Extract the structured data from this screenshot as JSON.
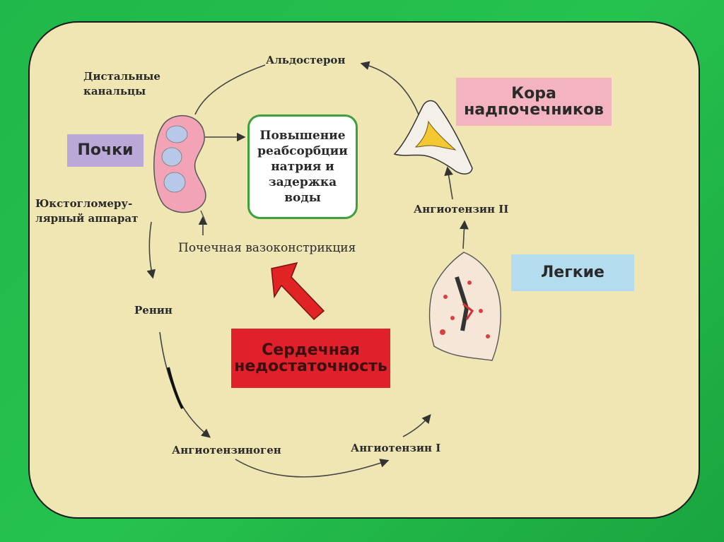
{
  "labels": {
    "aldosterone": "Альдостерон",
    "distal_1": "Дистальные",
    "distal_2": "канальцы",
    "kidneys": "Почки",
    "jga_1": "Юкстогломеру-",
    "jga_2": "лярный аппарат",
    "renal_vasoconstriction": "Почечная вазоконстрикция",
    "renin": "Ренин",
    "angiotensinogen": "Ангиотензиноген",
    "angiotensin_1": "Ангиотензин I",
    "angiotensin_2": "Ангиотензин II",
    "lungs": "Легкие",
    "adrenal_cortex_1": "Кора",
    "adrenal_cortex_2": "надпочечников",
    "heart_failure_1": "Сердечная",
    "heart_failure_2": "недостаточность",
    "effect_1": "Повышение",
    "effect_2": "реабсорбции",
    "effect_3": "натрия и",
    "effect_4": "задержка",
    "effect_5": "воды"
  },
  "colors": {
    "slide_bg": "#efe6b4",
    "frame": "#22bb4a",
    "kidneys_box": "#b9a8d8",
    "adrenal_box": "#f4b3c0",
    "lungs_box": "#b3dcee",
    "heart_failure_box": "#e0202a",
    "effect_border": "#3ca03c",
    "big_arrow": "#e02424"
  },
  "icons": [
    "kidney-icon",
    "adrenal-gland-icon",
    "lung-icon",
    "big-red-arrow-icon"
  ]
}
